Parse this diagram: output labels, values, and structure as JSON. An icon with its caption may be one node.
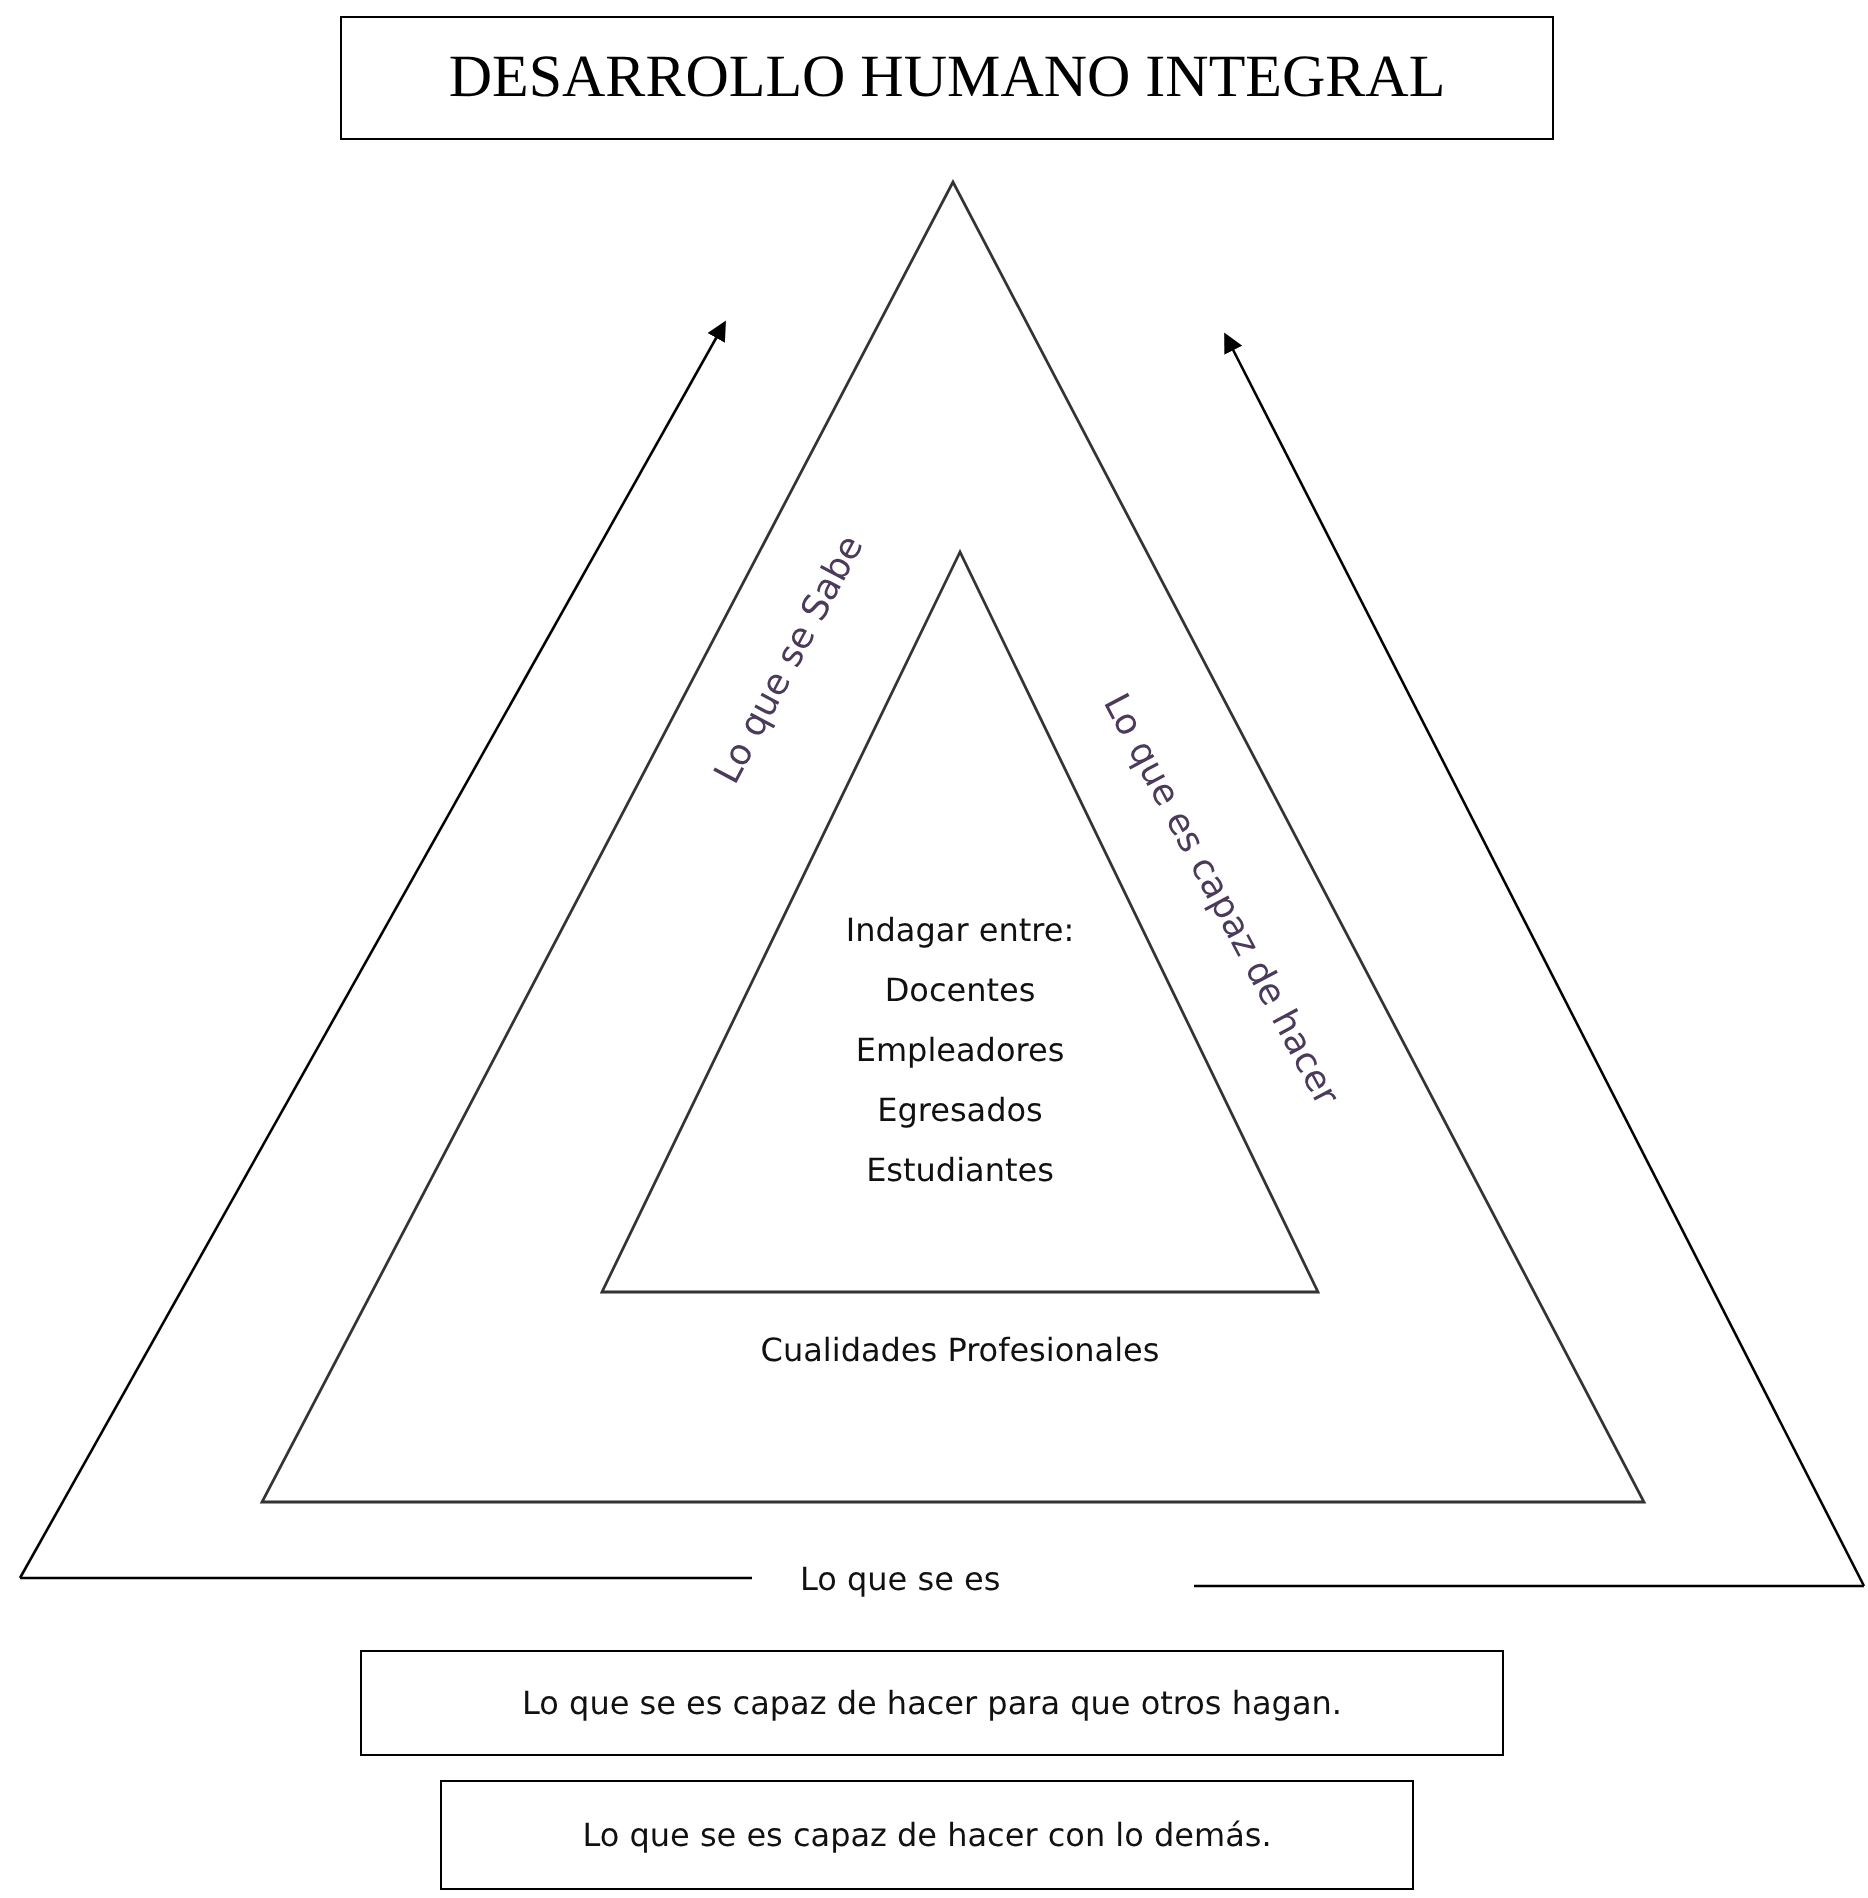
{
  "diagram": {
    "nodes": [
      {
        "text": [
          "DESARROLLO HUMANO INTEGRAL"
        ]
      },
      {
        "text": [
          "Lo que se Sabe",
          "Lo que es capaz de hacer",
          "Cualidades Profesionales"
        ]
      },
      {
        "text": [
          "Indagar entre:",
          "Docentes",
          "Empleadores",
          "Egresados",
          "Estudiantes"
        ],
        "in": 1
      },
      {
        "text": [
          "Lo que se es capaz de hacer para que otros hagan."
        ]
      },
      {
        "text": [
          "Lo que se es capaz de hacer con lo demás."
        ]
      }
    ],
    "labels": [
      "Lo que se es"
    ]
  }
}
